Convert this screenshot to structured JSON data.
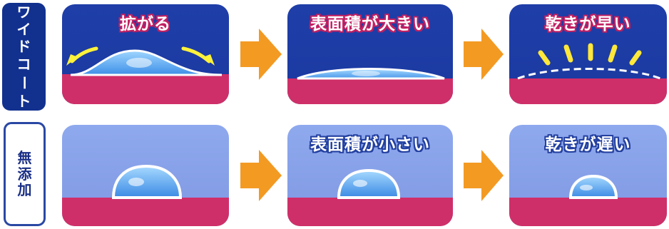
{
  "rows": [
    {
      "label": "ワイドコート",
      "panels": [
        {
          "title": "拡がる"
        },
        {
          "title": "表面積が大きい"
        },
        {
          "title": "乾きが早い"
        }
      ]
    },
    {
      "label": "無添加",
      "panels": [
        {
          "title": ""
        },
        {
          "title": "表面積が小さい"
        },
        {
          "title": "乾きが遅い"
        }
      ]
    }
  ],
  "colors": {
    "dark_sky": "#1f3ea8",
    "light_sky": "#8fa9ee",
    "ground": "#cf2f68",
    "arrow": "#f39a23",
    "label_navy": "#12318f",
    "ray": "#ffe83a"
  }
}
